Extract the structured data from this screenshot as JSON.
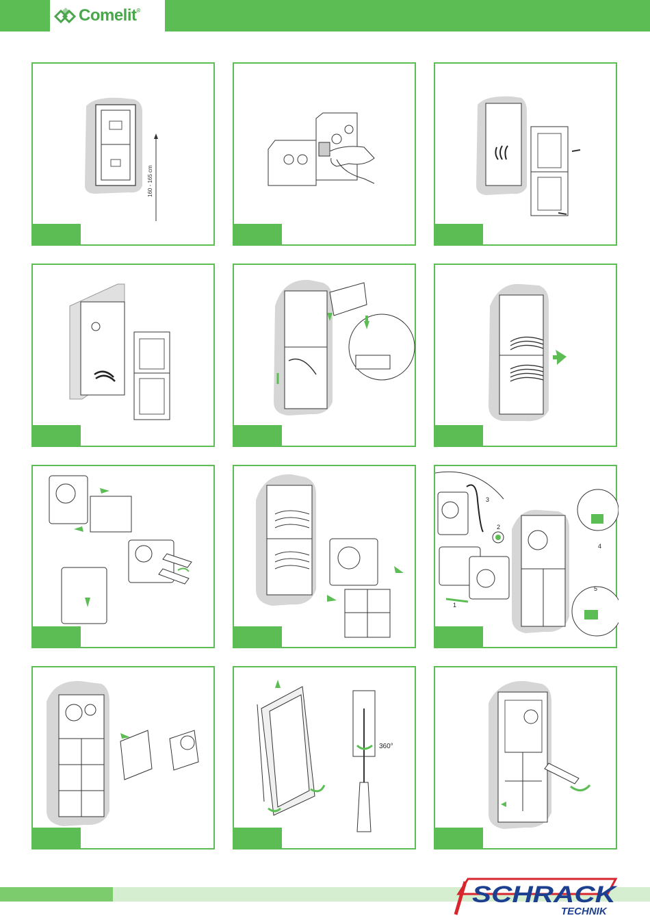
{
  "header": {
    "brand_name": "Comelit",
    "brand_mark": "®",
    "brand_color": "#5cbd54"
  },
  "steps": [
    {
      "id": 1,
      "annotation": "160 - 165 cm"
    },
    {
      "id": 2
    },
    {
      "id": 3
    },
    {
      "id": 4
    },
    {
      "id": 5
    },
    {
      "id": 6
    },
    {
      "id": 7
    },
    {
      "id": 8
    },
    {
      "id": 9,
      "callouts": [
        "1",
        "2",
        "3",
        "4",
        "5"
      ]
    },
    {
      "id": 10
    },
    {
      "id": 11,
      "annotation": "360°"
    },
    {
      "id": 12
    }
  ],
  "footer": {
    "brand_name": "SCHRACK",
    "brand_subtitle": "TECHNIK",
    "brand_colors": {
      "red": "#d7262e",
      "blue": "#1d3f8f"
    }
  }
}
